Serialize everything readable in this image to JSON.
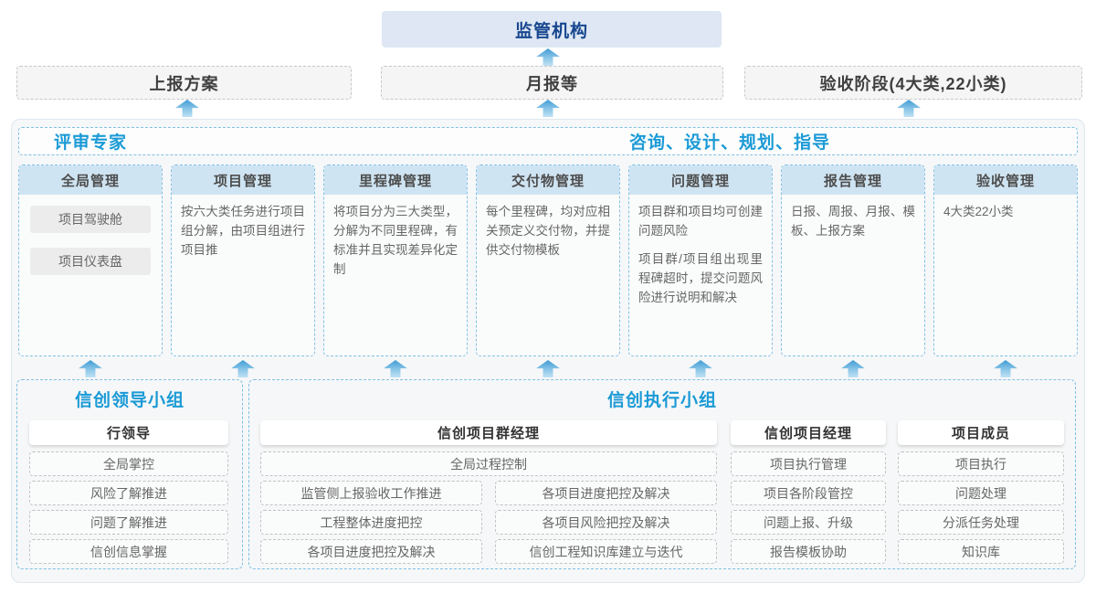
{
  "palette": {
    "accent_blue": "#1b9ad6",
    "regulator_text": "#17468f",
    "regulator_bg": "#dee7f3",
    "module_header_bg": "#cfe4f2",
    "dashed_blue_border": "#7fc0e3",
    "arrow_gradient_top": "#3f9cd5",
    "arrow_gradient_bottom": "#bfe1f3"
  },
  "top": {
    "regulator": "监管机构",
    "outputs": [
      "上报方案",
      "月报等",
      "验收阶段(4大类,22小类)"
    ]
  },
  "platform": {
    "experts_label": "评审专家",
    "consult_label": "咨询、设计、规划、指导",
    "modules": [
      {
        "title": "全局管理",
        "chips": [
          "项目驾驶舱",
          "项目仪表盘"
        ]
      },
      {
        "title": "项目管理",
        "text": "按六大类任务进行项目组分解，由项目组进行项目推"
      },
      {
        "title": "里程碑管理",
        "text": "将项目分为三大类型，分解为不同里程碑，有标准并且实现差异化定制"
      },
      {
        "title": "交付物管理",
        "text": "每个里程碑，均对应相关预定义交付物，并提供交付物模板"
      },
      {
        "title": "问题管理",
        "text": "项目群和项目均可创建问题风险",
        "text2": "项目群/项目组出现里程碑超时，提交问题风险进行说明和解决"
      },
      {
        "title": "报告管理",
        "text": "日报、周报、月报、模板、上报方案"
      },
      {
        "title": "验收管理",
        "text": "4大类22小类"
      }
    ]
  },
  "groups": {
    "leadership": {
      "title": "信创领导小组",
      "role": "行领导",
      "items": [
        "全局掌控",
        "风险了解推进",
        "问题了解推进",
        "信创信息掌握"
      ]
    },
    "execution": {
      "title": "信创执行小组",
      "pgm": {
        "role": "信创项目群经理",
        "full_item": "全局过程控制",
        "col_a": [
          "监管侧上报验收工作推进",
          "工程整体进度把控",
          "各项目进度把控及解决"
        ],
        "col_b": [
          "各项目进度把控及解决",
          "各项目风险把控及解决",
          "信创工程知识库建立与迭代"
        ]
      },
      "pm": {
        "role": "信创项目经理",
        "items": [
          "项目执行管理",
          "项目各阶段管控",
          "问题上报、升级",
          "报告模板协助"
        ]
      },
      "members": {
        "role": "项目成员",
        "items": [
          "项目执行",
          "问题处理",
          "分派任务处理",
          "知识库"
        ]
      }
    }
  }
}
